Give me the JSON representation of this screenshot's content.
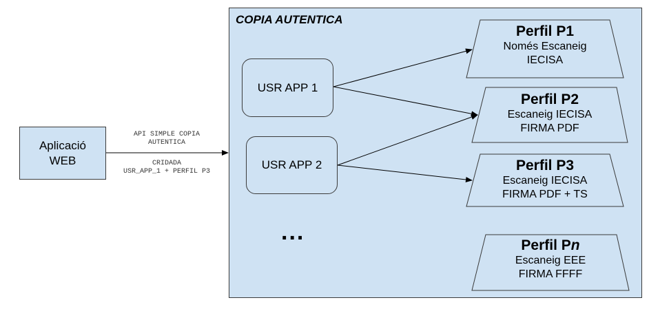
{
  "main": {
    "title": "COPIA AUTENTICA",
    "usr_apps": [
      {
        "label": "USR APP 1"
      },
      {
        "label": "USR APP 2"
      }
    ],
    "ellipsis": "...",
    "profiles": [
      {
        "name_prefix": "Perfil P1",
        "name_suffix": "",
        "lines": [
          "Només Escaneig",
          "IECISA"
        ]
      },
      {
        "name_prefix": "Perfil P2",
        "name_suffix": "",
        "lines": [
          "Escaneig IECISA",
          "FIRMA PDF"
        ]
      },
      {
        "name_prefix": "Perfil P3",
        "name_suffix": "",
        "lines": [
          "Escaneig IECISA",
          "FIRMA PDF + TS"
        ]
      },
      {
        "name_prefix": "Perfil P",
        "name_suffix": "n",
        "lines": [
          "Escaneig EEE",
          "FIRMA FFFF"
        ]
      }
    ]
  },
  "web_app": {
    "line1": "Aplicació",
    "line2": "WEB"
  },
  "connection": {
    "top_line1": "API SIMPLE COPIA",
    "top_line2": "AUTENTICA",
    "bottom_line1": "CRIDADA",
    "bottom_line2": "USR_APP_1 + PERFIL P3"
  }
}
